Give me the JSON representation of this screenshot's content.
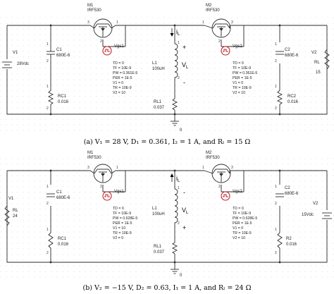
{
  "circuit_a": {
    "caption": "(a) V₁ = 28 V, D₁ = 0.361, I₂ = 1 A, and Rₗ = 15 Ω",
    "v1_name": "V1",
    "v1_value": "28Vdc",
    "c1_name": "C1",
    "c1_value": "680E-6",
    "rc1_name": "RC1",
    "rc1_value": "0.016",
    "m1_name": "M1",
    "m1_part": "IRF530",
    "m2_name": "M2",
    "m2_part": "IRF530",
    "vgs1_name": "Vgs1",
    "vgs2_name": "Vgs2",
    "vgs1_params": [
      "TD = 0",
      "TF = 10E-9",
      "PW = 0.361E-5",
      "PER = 1E-5",
      "V1 = 0",
      "TR = 10E-9",
      "V2 = 10"
    ],
    "vgs2_params": [
      "TD = 0",
      "TF = 10E-9",
      "PW = 0.361E-5",
      "PER = 1E-5",
      "V1 = 0",
      "TR = 10E-9",
      "V2 = 10"
    ],
    "l1_name": "L1",
    "l1_value": "100uH",
    "rl1_name": "RL1",
    "rl1_value": "0.037",
    "il_label": "i",
    "il_sub": "L",
    "vl_label": "V",
    "vl_sub": "L",
    "plus": "+",
    "minus": "-",
    "c2_name": "C2",
    "c2_value": "680E-6",
    "rc2_name": "RC2",
    "rc2_value": "0.016",
    "v2_name": "V2",
    "rl_name": "RL",
    "rl_value": "15",
    "ground": "0"
  },
  "circuit_b": {
    "caption": "(b) V₂ = −15 V, D₂ = 0.63, I₁ = 1 A, and Rₗ = 24 Ω",
    "v1_name": "V1",
    "rl_name": "RL",
    "rl_value": "24",
    "c1_name": "C1",
    "c1_value": "680E-6",
    "rc1_name": "RC1",
    "rc1_value": "0.016",
    "m1_name": "M1",
    "m1_part": "IRF530",
    "m2_name": "M2",
    "m2_part": "IRF530",
    "vgs1_name": "Vgs1",
    "vgs2_name": "Vgs2",
    "vgs1_params": [
      "TD = 0",
      "TF = 10E-9",
      "PW = 0.628E-5",
      "PER = 1E-5",
      "V1 = 10",
      "TR = 10E-9",
      "V2 = 0"
    ],
    "vgs2_params": [
      "TD = 0",
      "TF = 10E-9",
      "PW = 0.628E-5",
      "PER = 1E-5",
      "V1 = 0",
      "TR = 10E-9",
      "V2 = 10"
    ],
    "l1_name": "L1",
    "l1_value": "100uH",
    "rl1_name": "RL1",
    "rl1_value": "0.037",
    "il_label": "i",
    "il_sub": "L",
    "vl_label": "V",
    "vl_sub": "L",
    "plus": "+",
    "minus": "-",
    "c2_name": "C2",
    "c2_value": "680E-6",
    "r2_name": "R2",
    "r2_value": "0.016",
    "v2_name": "V2",
    "v2_value": "15Vdc",
    "ground": "0"
  }
}
